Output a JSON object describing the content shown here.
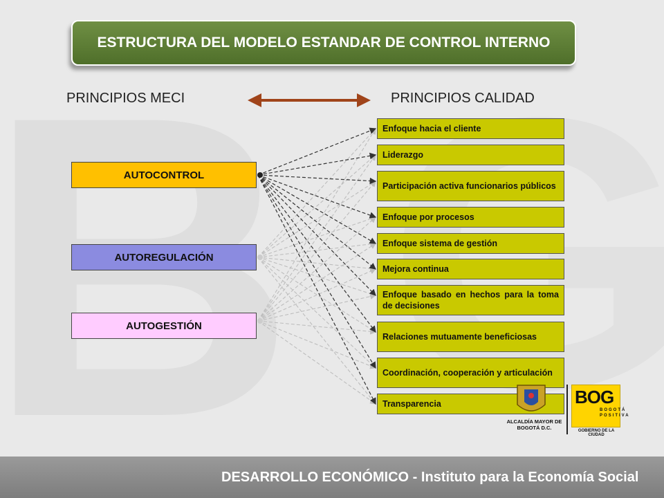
{
  "title": "ESTRUCTURA DEL MODELO ESTANDAR DE CONTROL INTERNO",
  "headers": {
    "left": "PRINCIPIOS MECI",
    "right": "PRINCIPIOS CALIDAD"
  },
  "meci_principles": [
    {
      "label": "AUTOCONTROL",
      "color": "#ffc000"
    },
    {
      "label": "AUTOREGULACIÓN",
      "color": "#8b8be0"
    },
    {
      "label": "AUTOGESTIÓN",
      "color": "#ffccff"
    }
  ],
  "quality_principles": [
    "Enfoque hacia el cliente",
    "Liderazgo",
    "Participación activa funcionarios públicos",
    "Enfoque por procesos",
    "Enfoque  sistema de gestión",
    "Mejora continua",
    "Enfoque basado en hechos para la toma de decisiones",
    "Relaciones mutuamente beneficiosas",
    "Coordinación, cooperación y articulación",
    "Transparencia"
  ],
  "logos": {
    "alcaldia": "ALCALDÍA MAYOR DE BOGOTÁ D.C.",
    "bog_word": "BOG",
    "bog_sub": "BOGOTÁ POSITIVA",
    "bog_caption": "GOBIERNO DE LA CIUDAD"
  },
  "footer": "DESARROLLO ECONÓMICO - Instituto para la Economía Social",
  "colors": {
    "title_bg": "#5a7a32",
    "arrow": "#a0441a",
    "quality_box": "#c9c900",
    "footer_bg": "#8a8a8a"
  }
}
